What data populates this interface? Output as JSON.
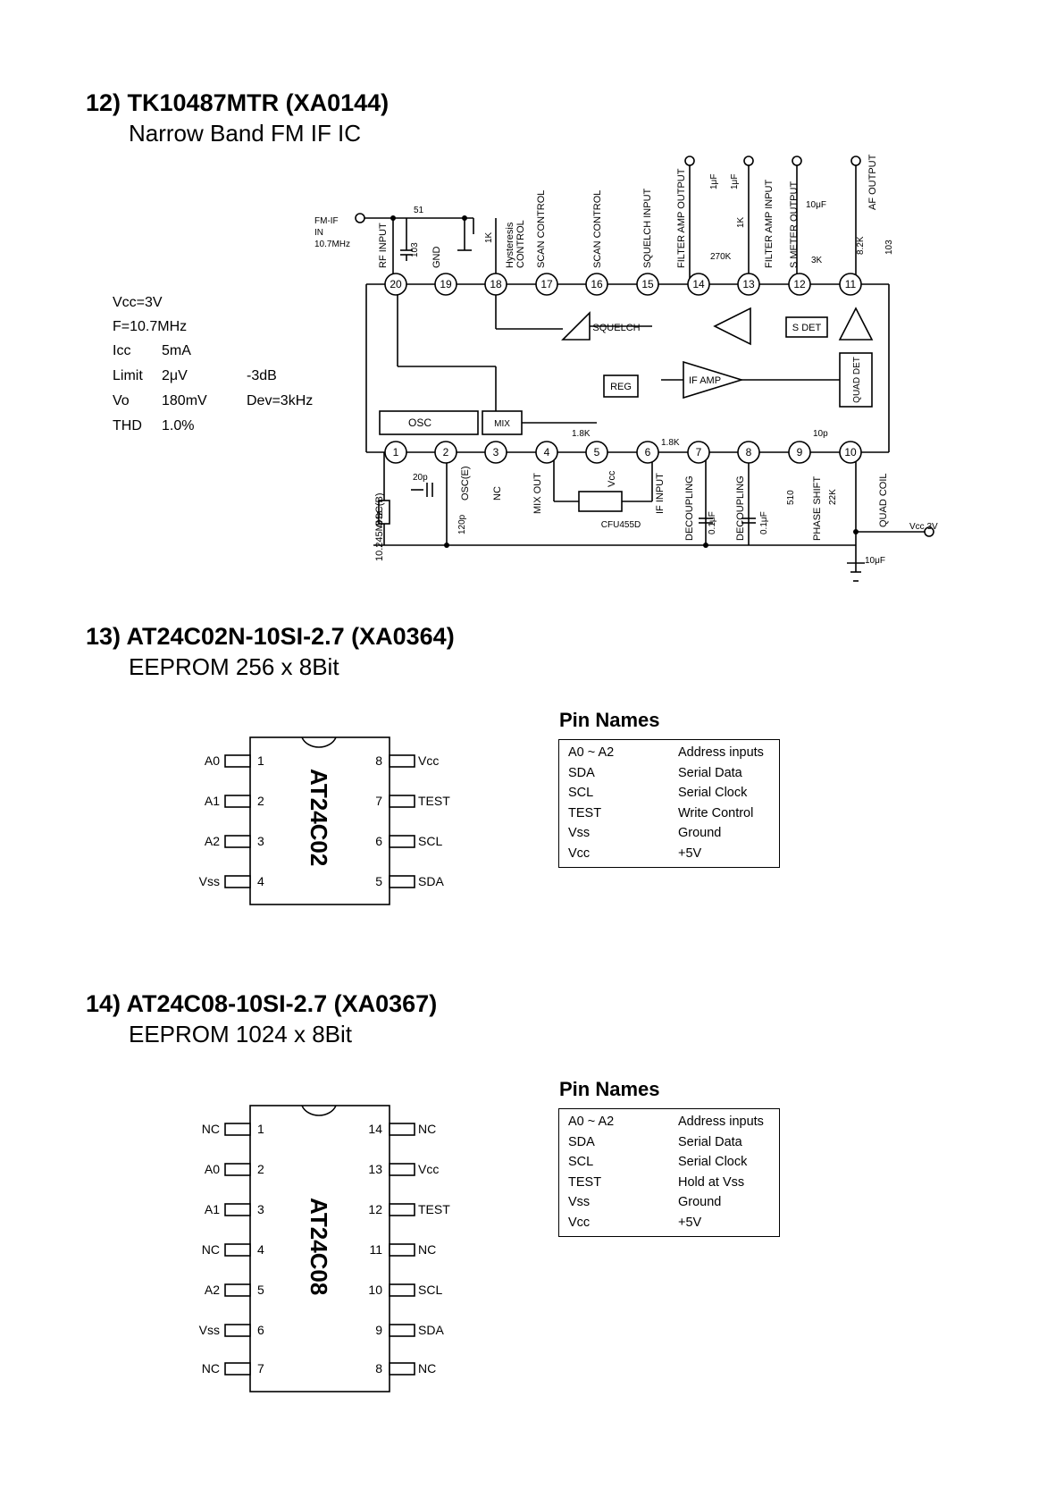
{
  "sections": [
    {
      "title": "12) TK10487MTR  (XA0144)",
      "subtitle": "Narrow Band FM IF IC",
      "specs": [
        {
          "label": "Vcc=3V",
          "value": "",
          "extra": ""
        },
        {
          "label": "F=10.7MHz",
          "value": "",
          "extra": ""
        },
        {
          "label": "Icc",
          "value": "5mA",
          "extra": ""
        },
        {
          "label": "Limit",
          "value": "2μV",
          "extra": "-3dB"
        },
        {
          "label": "Vo",
          "value": "180mV",
          "extra": "Dev=3kHz"
        },
        {
          "label": "THD",
          "value": "1.0%",
          "extra": ""
        }
      ],
      "schematic": {
        "input": {
          "line1": "FM-IF",
          "line2": "IN",
          "line3": "10.7MHz"
        },
        "blocks": {
          "osc": "OSC",
          "mix": "MIX",
          "squelch": "SQUELCH",
          "reg": "REG",
          "if_amp": "IF AMP",
          "s_det": "S DET",
          "quad_det": "QUAD DET",
          "filter": "CFU455D"
        },
        "pin_numbers": {
          "p1": "1",
          "p2": "2",
          "p3": "3",
          "p4": "4",
          "p5": "5",
          "p6": "6",
          "p7": "7",
          "p8": "8",
          "p9": "9",
          "p10": "10",
          "p11": "11",
          "p12": "12",
          "p13": "13",
          "p14": "14",
          "p15": "15",
          "p16": "16",
          "p17": "17",
          "p18": "18",
          "p19": "19",
          "p20": "20"
        },
        "top_labels": {
          "rf_input": "RF INPUT",
          "gnd": "GND",
          "hysteresis_1": "Hysteresis",
          "hysteresis_2": "CONTROL",
          "scan_control_17": "SCAN CONTROL",
          "scan_control_16": "SCAN CONTROL",
          "squelch_input": "SQUELCH INPUT",
          "filter_amp_output": "FILTER AMP OUTPUT",
          "filter_amp_input": "FILTER AMP INPUT",
          "s_meter_output": "S METER OUTPUT",
          "af_output": "AF OUTPUT"
        },
        "bottom_labels": {
          "osc_b": "OSC(B)",
          "osc_e": "OSC(E)",
          "nc": "NC",
          "mix_out": "MIX OUT",
          "vcc": "Vcc",
          "if_input": "IF INPUT",
          "decoupling_7": "DECOUPLING",
          "decoupling_8": "DECOUPLING",
          "phase_shift": "PHASE SHIFT",
          "quad_coil": "QUAD COIL",
          "crystal": "10.245MHz"
        },
        "components": {
          "r51": "51",
          "c103a": "103",
          "r1k_a": "1K",
          "r1_8k_a": "1.8K",
          "r1_8k_b": "1.8K",
          "c20p": "20p",
          "c120p": "120p",
          "c0_1_a": "0.1μF",
          "c0_1_b": "0.1μF",
          "r510": "510",
          "c22k": "22K",
          "c10p": "10p",
          "c1uf_a": "1μF",
          "c1uf_b": "1μF",
          "r1k_b": "1K",
          "r270k": "270K",
          "c10uf_a": "10μF",
          "r3k": "3K",
          "r8_2k": "8.2K",
          "c103b": "103",
          "c10uf_b": "10μF",
          "vcc3v": "Vcc 3V"
        }
      }
    },
    {
      "title": "13) AT24C02N-10SI-2.7  (XA0364)",
      "subtitle": "EEPROM 256 x 8Bit",
      "chip_name": "AT24C02",
      "left_pins": [
        {
          "num": "1",
          "name": "A0"
        },
        {
          "num": "2",
          "name": "A1"
        },
        {
          "num": "3",
          "name": "A2"
        },
        {
          "num": "4",
          "name": "Vss"
        }
      ],
      "right_pins": [
        {
          "num": "8",
          "name": "Vcc"
        },
        {
          "num": "7",
          "name": "TEST"
        },
        {
          "num": "6",
          "name": "SCL"
        },
        {
          "num": "5",
          "name": "SDA"
        }
      ],
      "pin_names_title": "Pin Names",
      "pin_names": [
        {
          "pin": "A0 ~ A2",
          "desc": "Address inputs"
        },
        {
          "pin": "SDA",
          "desc": "Serial Data"
        },
        {
          "pin": "SCL",
          "desc": "Serial Clock"
        },
        {
          "pin": "TEST",
          "desc": "Write Control"
        },
        {
          "pin": "Vss",
          "desc": "Ground"
        },
        {
          "pin": "Vcc",
          "desc": "+5V"
        }
      ]
    },
    {
      "title": "14) AT24C08-10SI-2.7  (XA0367)",
      "subtitle": "EEPROM 1024 x 8Bit",
      "chip_name": "AT24C08",
      "left_pins": [
        {
          "num": "1",
          "name": "NC"
        },
        {
          "num": "2",
          "name": "A0"
        },
        {
          "num": "3",
          "name": "A1"
        },
        {
          "num": "4",
          "name": "NC"
        },
        {
          "num": "5",
          "name": "A2"
        },
        {
          "num": "6",
          "name": "Vss"
        },
        {
          "num": "7",
          "name": "NC"
        }
      ],
      "right_pins": [
        {
          "num": "14",
          "name": "NC"
        },
        {
          "num": "13",
          "name": "Vcc"
        },
        {
          "num": "12",
          "name": "TEST"
        },
        {
          "num": "11",
          "name": "NC"
        },
        {
          "num": "10",
          "name": "SCL"
        },
        {
          "num": "9",
          "name": "SDA"
        },
        {
          "num": "8",
          "name": "NC"
        }
      ],
      "pin_names_title": "Pin Names",
      "pin_names": [
        {
          "pin": "A0 ~ A2",
          "desc": "Address inputs"
        },
        {
          "pin": "SDA",
          "desc": "Serial Data"
        },
        {
          "pin": "SCL",
          "desc": "Serial Clock"
        },
        {
          "pin": "TEST",
          "desc": "Hold at Vss"
        },
        {
          "pin": "Vss",
          "desc": "Ground"
        },
        {
          "pin": "Vcc",
          "desc": "+5V"
        }
      ]
    }
  ]
}
